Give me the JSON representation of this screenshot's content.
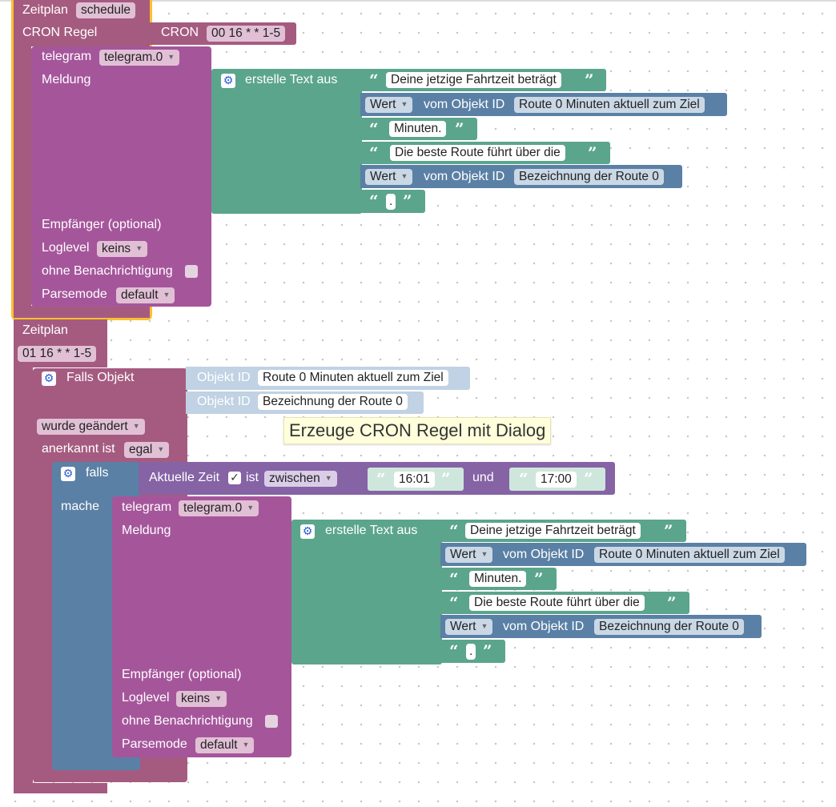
{
  "colors": {
    "trigger": "#a55b80",
    "telegram": "#a5569b",
    "text": "#5ba58c",
    "wert": "#5b80a5",
    "logic": "#8563a5",
    "selection": "#fbc02d"
  },
  "block1": {
    "title": "Zeitplan",
    "schedule_field": "schedule",
    "cron_label": "CRON Regel",
    "cron_block_label": "CRON",
    "cron_value": "00 16 * * 1-5",
    "telegram": {
      "label": "telegram",
      "instance": "telegram.0",
      "meldung": "Meldung",
      "empfaenger": "Empfänger (optional)",
      "loglevel_label": "Loglevel",
      "loglevel_value": "keins",
      "ohne_label": "ohne Benachrichtigung",
      "parsemode_label": "Parsemode",
      "parsemode_value": "default"
    },
    "text": {
      "label": "erstelle Text aus",
      "line1": "Deine jetzige Fahrtzeit beträgt",
      "wert1_label": "Wert",
      "wert1_from": "vom Objekt ID",
      "wert1_id": "Route 0 Minuten aktuell zum Ziel",
      "line2": "Minuten.",
      "line3": "Die beste Route führt über die",
      "wert2_label": "Wert",
      "wert2_from": "vom Objekt ID",
      "wert2_id": "Bezeichnung der Route 0",
      "line4": "."
    }
  },
  "block2": {
    "title": "Zeitplan",
    "cron_value": "01 16 * * 1-5",
    "falls_objekt_label": "Falls Objekt",
    "objekt_id_label": "Objekt ID",
    "objekt1": "Route 0 Minuten aktuell zum Ziel",
    "objekt2": "Bezeichnung der Route 0",
    "wurde_geaendert": "wurde geändert",
    "anerkannt_label": "anerkannt ist",
    "anerkannt_value": "egal",
    "falls_label": "falls",
    "mache_label": "mache",
    "zeit": {
      "label": "Aktuelle Zeit",
      "ist": "ist",
      "operator": "zwischen",
      "from": "16:01",
      "und": "und",
      "to": "17:00"
    },
    "telegram": {
      "label": "telegram",
      "instance": "telegram.0",
      "meldung": "Meldung",
      "empfaenger": "Empfänger (optional)",
      "loglevel_label": "Loglevel",
      "loglevel_value": "keins",
      "ohne_label": "ohne Benachrichtigung",
      "parsemode_label": "Parsemode",
      "parsemode_value": "default"
    },
    "text": {
      "label": "erstelle Text aus",
      "line1": "Deine jetzige Fahrtzeit beträgt",
      "wert1_label": "Wert",
      "wert1_from": "vom Objekt ID",
      "wert1_id": "Route 0 Minuten aktuell zum Ziel",
      "line2": "Minuten.",
      "line3": "Die beste Route führt über die",
      "wert2_label": "Wert",
      "wert2_from": "vom Objekt ID",
      "wert2_id": "Bezeichnung der Route 0",
      "line4": "."
    }
  },
  "tooltip": "Erzeuge CRON Regel mit Dialog",
  "icons": {
    "gear": "gear-icon",
    "dropdown": "dropdown-arrow-icon",
    "quote_open": "quote-open-icon",
    "quote_close": "quote-close-icon"
  }
}
